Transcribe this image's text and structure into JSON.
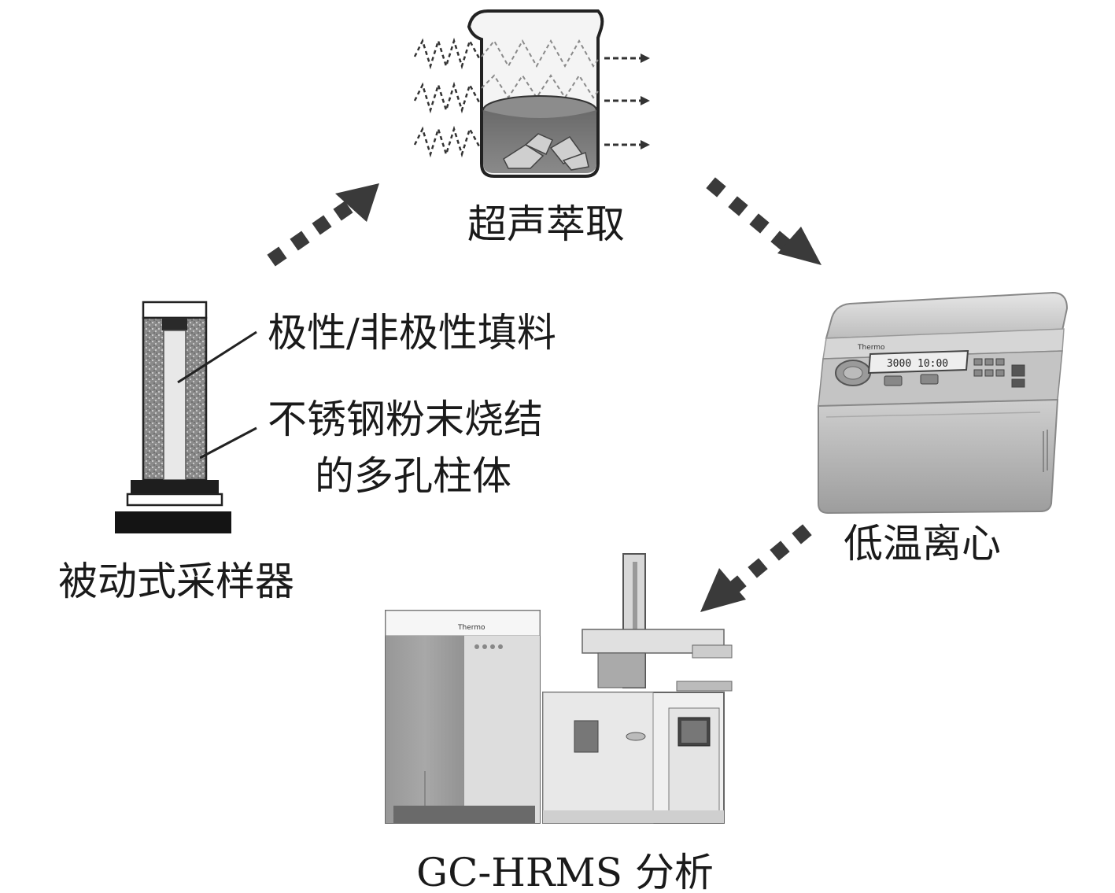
{
  "labels": {
    "ultrasonic_extraction": "超声萃取",
    "low_temp_centrifuge": "低温离心",
    "gc_hrms_analysis": "GC-HRMS 分析",
    "passive_sampler": "被动式采样器",
    "packing_material": "极性/非极性填料",
    "porous_column_line1": "不锈钢粉末烧结",
    "porous_column_line2": "的多孔柱体"
  },
  "instrument_text": {
    "centrifuge_display": "3000 10:00",
    "centrifuge_brand": "Thermo",
    "gc_brand": "Thermo"
  },
  "colors": {
    "arrow": "#3a3a3a",
    "text": "#1a1a1a"
  }
}
